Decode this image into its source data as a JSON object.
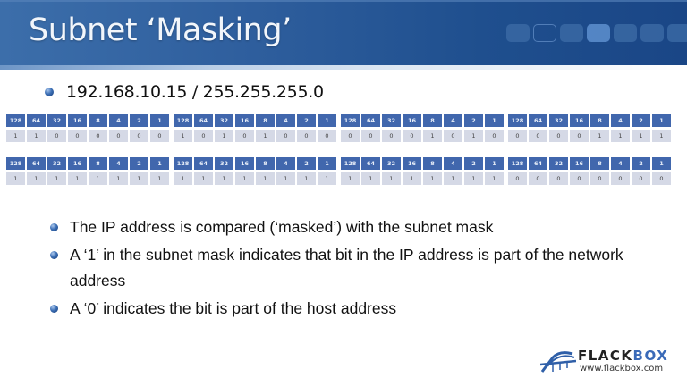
{
  "slide": {
    "title": "Subnet ‘Masking’",
    "nav_tiles": 7,
    "ip_line": "192.168.10.15 / 255.255.255.0"
  },
  "bit_headers": [
    "128",
    "64",
    "32",
    "16",
    "8",
    "4",
    "2",
    "1"
  ],
  "ip_address": {
    "label": "192.168.10.15",
    "octets": [
      {
        "decimal": 192,
        "bits": [
          "1",
          "1",
          "0",
          "0",
          "0",
          "0",
          "0",
          "0"
        ]
      },
      {
        "decimal": 168,
        "bits": [
          "1",
          "0",
          "1",
          "0",
          "1",
          "0",
          "0",
          "0"
        ]
      },
      {
        "decimal": 10,
        "bits": [
          "0",
          "0",
          "0",
          "0",
          "1",
          "0",
          "1",
          "0"
        ]
      },
      {
        "decimal": 15,
        "bits": [
          "0",
          "0",
          "0",
          "0",
          "1",
          "1",
          "1",
          "1"
        ]
      }
    ]
  },
  "subnet_mask": {
    "label": "255.255.255.0",
    "octets": [
      {
        "decimal": 255,
        "bits": [
          "1",
          "1",
          "1",
          "1",
          "1",
          "1",
          "1",
          "1"
        ]
      },
      {
        "decimal": 255,
        "bits": [
          "1",
          "1",
          "1",
          "1",
          "1",
          "1",
          "1",
          "1"
        ]
      },
      {
        "decimal": 255,
        "bits": [
          "1",
          "1",
          "1",
          "1",
          "1",
          "1",
          "1",
          "1"
        ]
      },
      {
        "decimal": 0,
        "bits": [
          "0",
          "0",
          "0",
          "0",
          "0",
          "0",
          "0",
          "0"
        ]
      }
    ]
  },
  "bullets": [
    "The IP address is compared (‘masked’) with the subnet mask",
    "A ‘1’ in the subnet mask indicates that bit in the IP address is part of the network address",
    "A ‘0’ indicates the bit is part of the host address"
  ],
  "logo": {
    "brand_main": "FLACK",
    "brand_accent": "BOX",
    "url": "www.flackbox.com"
  },
  "colors": {
    "header_bg": "#2f5f9e",
    "cell_header": "#4167ad",
    "cell_value": "#d5d9e6",
    "accent": "#3a6ab8"
  }
}
